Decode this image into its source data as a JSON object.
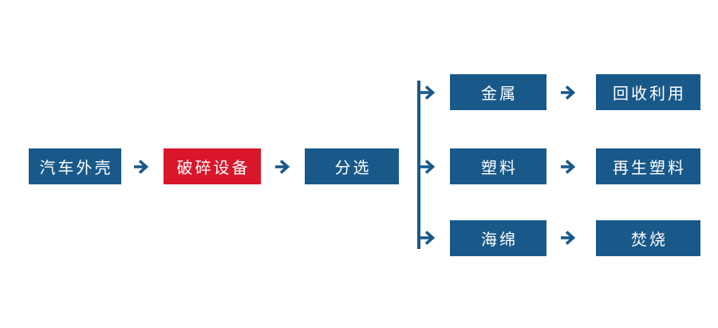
{
  "colors": {
    "blue": "#19598a",
    "red": "#da162b",
    "text": "#ffffff",
    "background": "#ffffff"
  },
  "flow": {
    "main": [
      {
        "label": "汽车外壳",
        "variant": "blue"
      },
      {
        "label": "破碎设备",
        "variant": "red"
      },
      {
        "label": "分选",
        "variant": "blue"
      }
    ],
    "branches": [
      {
        "material": "金属",
        "outcome": "回收利用"
      },
      {
        "material": "塑料",
        "outcome": "再生塑料"
      },
      {
        "material": "海绵",
        "outcome": "焚烧"
      }
    ]
  }
}
